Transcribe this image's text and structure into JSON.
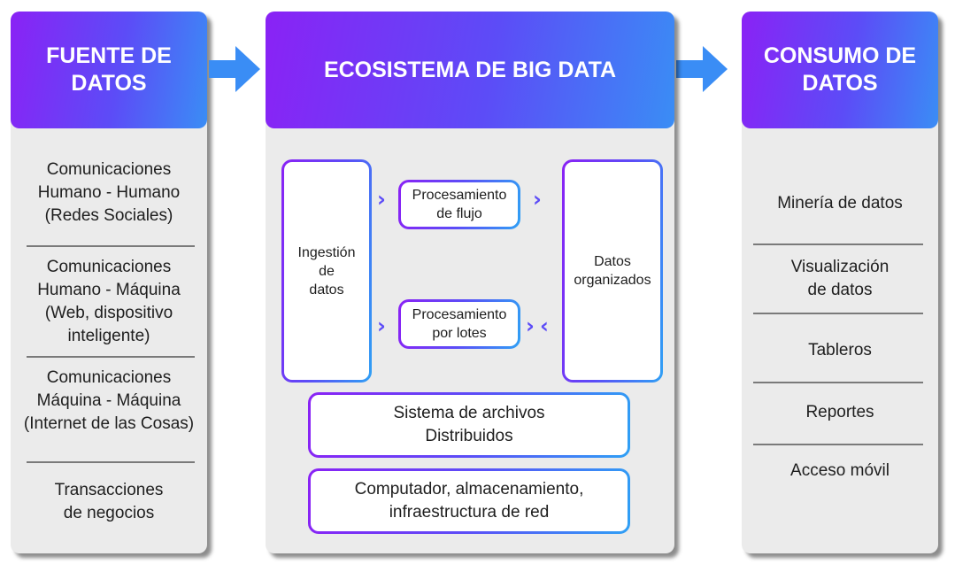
{
  "source": {
    "title": "FUENTE DE\nDATOS",
    "items": [
      "Comunicaciones\nHumano - Humano\n(Redes Sociales)",
      "Comunicaciones\nHumano - Máquina\n(Web, dispositivo\ninteligente)",
      "Comunicaciones\nMáquina - Máquina\n(Internet de las Cosas)",
      "Transacciones\nde negocios"
    ]
  },
  "ecosystem": {
    "title": "ECOSISTEMA DE BIG DATA",
    "ingestion": "Ingestión\nde\ndatos",
    "stream": "Procesamiento\nde flujo",
    "batch": "Procesamiento\npor lotes",
    "organized": "Datos\norganizados",
    "filesystem": "Sistema de archivos\nDistribuidos",
    "infrastructure": "Computador, almacenamiento,\ninfraestructura de red",
    "chevron_right": "›",
    "chevron_left": "‹"
  },
  "consumption": {
    "title": "CONSUMO DE\nDATOS",
    "items": [
      "Minería de datos",
      "Visualización\nde datos",
      "Tableros",
      "Reportes",
      "Acceso móvil"
    ]
  },
  "colors": {
    "gradient_start": "#8a22f5",
    "gradient_end": "#3a8df5",
    "panel_bg": "#ebebeb",
    "arrow": "#3a8df5"
  }
}
